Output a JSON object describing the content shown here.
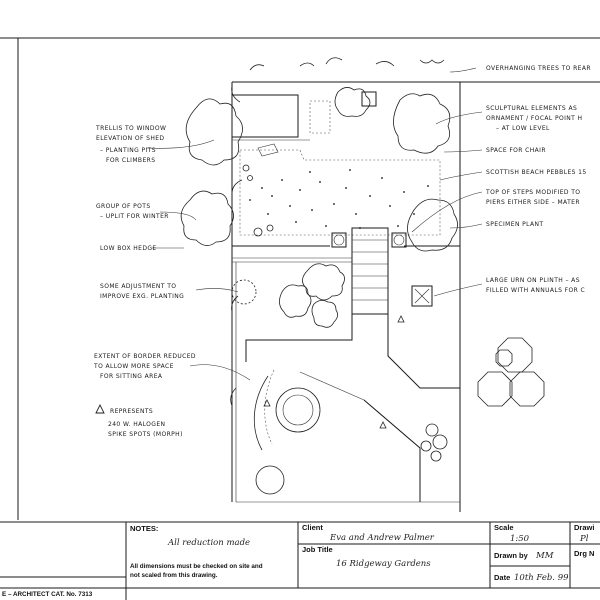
{
  "annotations": {
    "overhanging": "OVERHANGING TREES TO REAR",
    "trellis": [
      "TRELLIS TO WINDOW",
      "ELEVATION OF SHED"
    ],
    "planting_pits": [
      "– PLANTING PITS",
      "FOR CLIMBERS"
    ],
    "group_pots": [
      "GROUP OF POTS",
      "– UPLIT FOR WINTER"
    ],
    "low_box": "LOW BOX HEDGE",
    "some_adjust": [
      "SOME ADJUSTMENT TO",
      "IMPROVE EXG. PLANTING"
    ],
    "extent": [
      "EXTENT OF BORDER REDUCED",
      "TO ALLOW MORE SPACE",
      "FOR SITTING AREA"
    ],
    "represents": "REPRESENTS",
    "halogen": [
      "240 W. HALOGEN",
      "SPIKE SPOTS (MORPH)"
    ],
    "sculptural": [
      "SCULPTURAL ELEMENTS AS",
      "ORNAMENT / FOCAL POINT H",
      "– AT LOW LEVEL"
    ],
    "space_chair": "SPACE FOR CHAIR",
    "scottish": "SCOTTISH BEACH PEBBLES 15",
    "top_steps": [
      "TOP OF STEPS MODIFIED TO",
      "PIERS EITHER SIDE – MATER"
    ],
    "specimen": "SPECIMEN PLANT",
    "large_urn": [
      "LARGE URN ON PLINTH – AS",
      "FILLED WITH ANNUALS FOR C"
    ]
  },
  "title_block": {
    "notes_label": "NOTES:",
    "notes_hand": "All reduction made",
    "dimensions_note": [
      "All dimensions must be checked on site and",
      "not scaled from this drawing."
    ],
    "catalog": "E – ARCHITECT CAT. No. 7313",
    "client_label": "Client",
    "client_value": "Eva and Andrew Palmer",
    "job_title_label": "Job Title",
    "job_title_value": "16 Ridgeway Gardens",
    "scale_label": "Scale",
    "scale_value": "1:50",
    "drawn_by_label": "Drawn by",
    "drawn_by_value": "MM",
    "date_label": "Date",
    "date_value": "10th Feb. 99",
    "drawing_label": "Drawi",
    "drawing_value": "Pl",
    "drg_no_label": "Drg N"
  }
}
